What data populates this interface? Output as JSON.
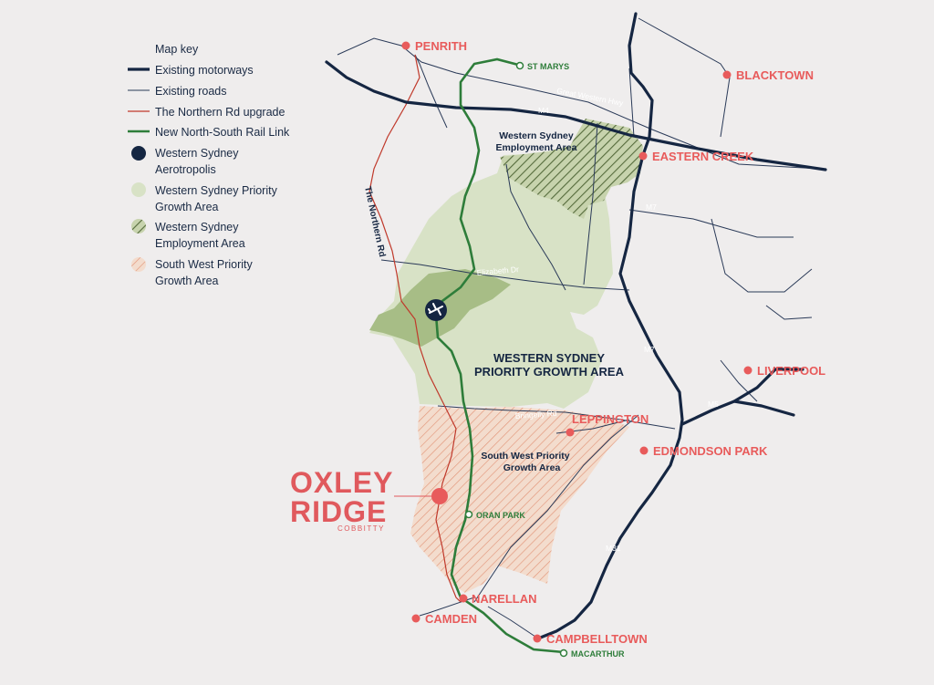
{
  "legend": {
    "title": "Map key",
    "items": [
      {
        "label": "Existing motorways"
      },
      {
        "label": "Existing roads"
      },
      {
        "label": "The Northern Rd upgrade"
      },
      {
        "label": "New North-South Rail Link"
      },
      {
        "label": "Western Sydney",
        "label2": "Aerotropolis"
      },
      {
        "label": "Western Sydney Priority",
        "label2": "Growth Area"
      },
      {
        "label": "Western Sydney",
        "label2": "Employment Area"
      },
      {
        "label": "South West Priority",
        "label2": "Growth Area"
      }
    ]
  },
  "places": {
    "penrith": "PENRITH",
    "blacktown": "BLACKTOWN",
    "eastern_creek": "EASTERN CREEK",
    "liverpool": "LIVERPOOL",
    "leppington": "LEPPINGTON",
    "edmondson_park": "EDMONDSON PARK",
    "narellan": "NARELLAN",
    "camden": "CAMDEN",
    "campbelltown": "CAMPBELLTOWN"
  },
  "stations": {
    "st_marys": "ST MARYS",
    "oran_park": "ORAN PARK",
    "macarthur": "MACARTHUR"
  },
  "areas": {
    "employment_line1": "Western Sydney",
    "employment_line2": "Employment Area",
    "priority_line1": "WESTERN SYDNEY",
    "priority_line2": "PRIORITY GROWTH AREA",
    "southwest_line1": "South West Priority",
    "southwest_line2": "Growth Area"
  },
  "roads": {
    "great_western_hwy": "Great Western Hwy",
    "m4": "M4",
    "m7_north": "M7",
    "m7_south": "M7",
    "m5": "M5",
    "m31": "M31",
    "elizabeth_dr": "Elizabeth Dr",
    "bringelly_rd": "Bringelly Rd",
    "northern_rd": "The Northern Rd"
  },
  "brand": {
    "line1": "OXLEY",
    "line2": "RIDGE",
    "sub": "COBBITTY"
  },
  "icons": {
    "airport": "airplane-icon"
  },
  "colors": {
    "background": "#efeded",
    "motorway": "#152642",
    "road": "#2a3a58",
    "northern_rd": "#c0392b",
    "rail": "#2e7d3a",
    "priority_area": "#d8e2c6",
    "aerotropolis": "#a7bd86",
    "employment_hatch": "#556b3c",
    "southwest_hatch": "#e2967a",
    "place_marker": "#e85b5b",
    "brand": "#e0595d"
  }
}
